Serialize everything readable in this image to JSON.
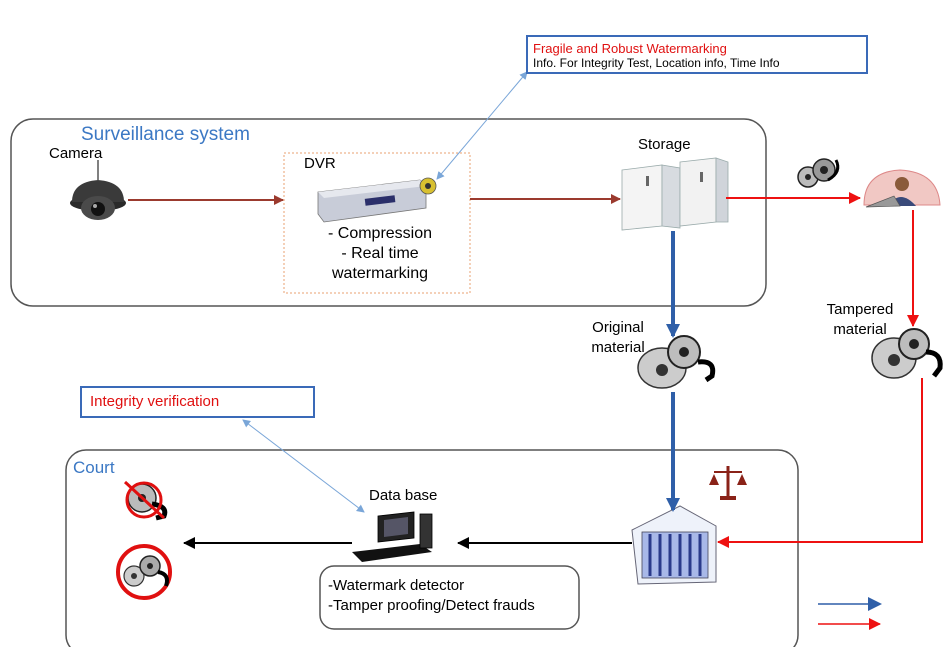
{
  "diagram": {
    "surveillance_system_label": "Surveillance system",
    "camera_label": "Camera",
    "dvr_label": "DVR",
    "dvr_features": [
      "- Compression",
      "- Real time",
      "watermarking"
    ],
    "storage_label": "Storage",
    "original_material_label": [
      "Original",
      "material"
    ],
    "tampered_material_label": [
      "Tampered",
      "material"
    ],
    "watermark_note": {
      "title": "Fragile and Robust Watermarking",
      "detail": "Info. For Integrity Test, Location info, Time Info"
    },
    "integrity_note": "Integrity verification",
    "court_label": "Court",
    "database_label": "Data base",
    "database_features": [
      "-Watermark detector",
      "-Tamper proofing/Detect frauds"
    ],
    "colors": {
      "group_border": "#555555",
      "group_title": "#3b78c4",
      "note_border": "#3a6ab8",
      "note_text_red": "#e01010",
      "arrow_dark_red": "#9b3a2e",
      "arrow_blue": "#2f5fa8",
      "arrow_red": "#ee1111",
      "arrow_black": "#000000",
      "callout_line": "#7aa6d8",
      "dvr_border": "#e8a070"
    }
  }
}
